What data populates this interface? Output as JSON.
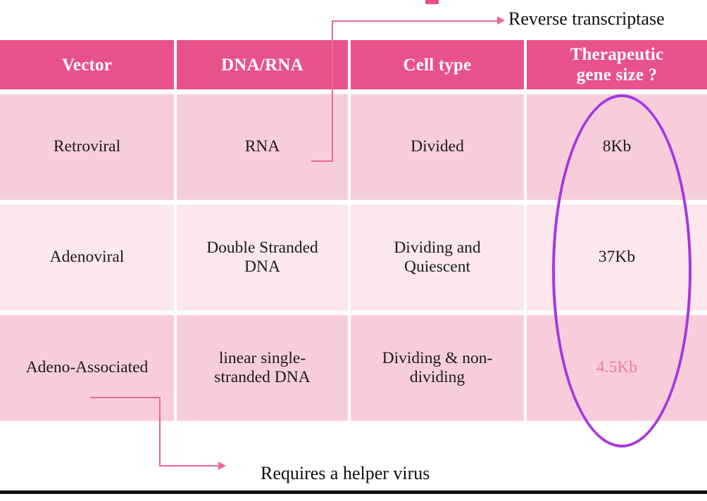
{
  "slide": {
    "title_fragment": "",
    "bottom_rule": true
  },
  "table": {
    "headers": [
      "Vector",
      "DNA/RNA",
      "Cell type",
      "Therapeutic\ngene size ?"
    ],
    "header_lines": {
      "col3_line1": "Therapeutic",
      "col3_line2": "gene size ?"
    },
    "rows": [
      {
        "vector": "Retroviral",
        "dna_rna": "RNA",
        "cell_type": "Divided",
        "gene_size": "8Kb",
        "gene_size_highlighted": false
      },
      {
        "vector": "Adenoviral",
        "dna_rna": "Double Stranded\nDNA",
        "dna_rna_line1": "Double Stranded",
        "dna_rna_line2": "DNA",
        "cell_type": "Dividing and\nQuiescent",
        "cell_type_line1": "Dividing and",
        "cell_type_line2": "Quiescent",
        "gene_size": "37Kb",
        "gene_size_highlighted": false
      },
      {
        "vector": "Adeno-Associated",
        "dna_rna": "linear single-\nstranded DNA",
        "dna_rna_line1": "linear single-",
        "dna_rna_line2": "stranded DNA",
        "cell_type": "Dividing & non-\ndividing",
        "cell_type_line1": "Dividing & non-",
        "cell_type_line2": "dividing",
        "gene_size": "4.5Kb",
        "gene_size_highlighted": true
      }
    ]
  },
  "annotations": {
    "top_label": "Reverse transcriptase",
    "bottom_label": "Requires a helper virus"
  },
  "highlight": {
    "shape": "ellipse",
    "target_column": "Therapeutic gene size ?",
    "color": "#a637e0"
  },
  "colors": {
    "header_pink": "#e8518c",
    "row_shade_dark": "#f7cddc",
    "row_shade_light": "#fbe7ec",
    "callout_pink": "#ee6699",
    "highlight_purple": "#a637e0",
    "note_text_pink": "#ea7ba4",
    "text_black": "#1a1a1a",
    "rule_black": "#111111"
  }
}
